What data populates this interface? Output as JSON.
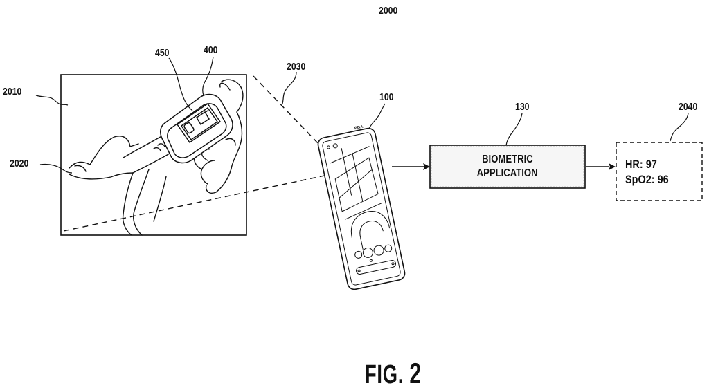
{
  "figure": {
    "title": "2000",
    "caption_prefix": "FIG.",
    "caption_number": "2"
  },
  "labels": {
    "scene": "2010",
    "hand": "2020",
    "field_of_view": "2030",
    "oximeter_display": "450",
    "oximeter": "400",
    "phone": "100",
    "application": "130",
    "output": "2040"
  },
  "application_box": {
    "line1": "BIOMETRIC",
    "line2": "APPLICATION"
  },
  "output_box": {
    "heart_rate": "HR: 97",
    "spo2": "SpO2: 96"
  },
  "phone_screen": {
    "status_text": "PDA"
  },
  "colors": {
    "ink": "#111111",
    "background": "#ffffff",
    "box_fill": "#f2f2f2"
  }
}
